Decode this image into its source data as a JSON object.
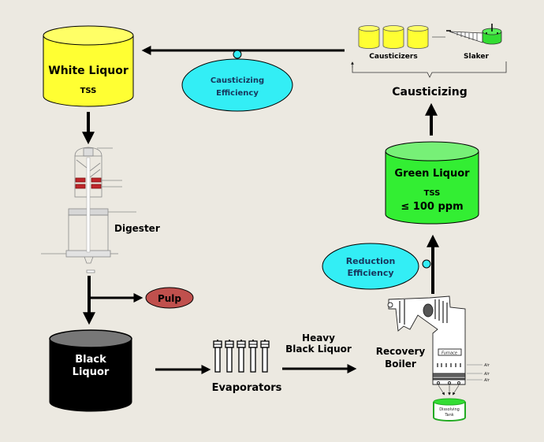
{
  "diagram": {
    "title": "Kraft recovery cycle",
    "colors": {
      "background": "#ece9e1",
      "white_liquor": "#ffff33",
      "green_liquor": "#33ee33",
      "black_liquor": "#000000",
      "efficiency_ellipse": "#33eef5",
      "pulp": "#c0504d",
      "digester_heater": "#c0262b"
    },
    "nodes": {
      "white_liquor": {
        "title": "White Liquor",
        "sub": "TSS"
      },
      "digester": {
        "title": "Digester"
      },
      "pulp": {
        "title": "Pulp"
      },
      "black_liquor": {
        "line1": "Black",
        "line2": "Liquor"
      },
      "evaporators": {
        "title": "Evaporators"
      },
      "heavy_black_liquor": {
        "line1": "Heavy",
        "line2": "Black Liquor"
      },
      "recovery_boiler": {
        "line1": "Recovery",
        "line2": "Boiler",
        "furnace": "Furnace",
        "air": "Air",
        "dissolving_tank_1": "Dissolving",
        "dissolving_tank_2": "Tank"
      },
      "green_liquor": {
        "title": "Green Liquor",
        "sub": "TSS",
        "spec": "≤ 100 ppm"
      },
      "causticizing": {
        "title": "Causticizing",
        "causticizers": "Causticizers",
        "slaker": "Slaker"
      },
      "causticizing_efficiency": {
        "line1": "Causticizing",
        "line2": "Efficiency"
      },
      "reduction_efficiency": {
        "line1": "Reduction",
        "line2": "Efficiency"
      }
    }
  }
}
